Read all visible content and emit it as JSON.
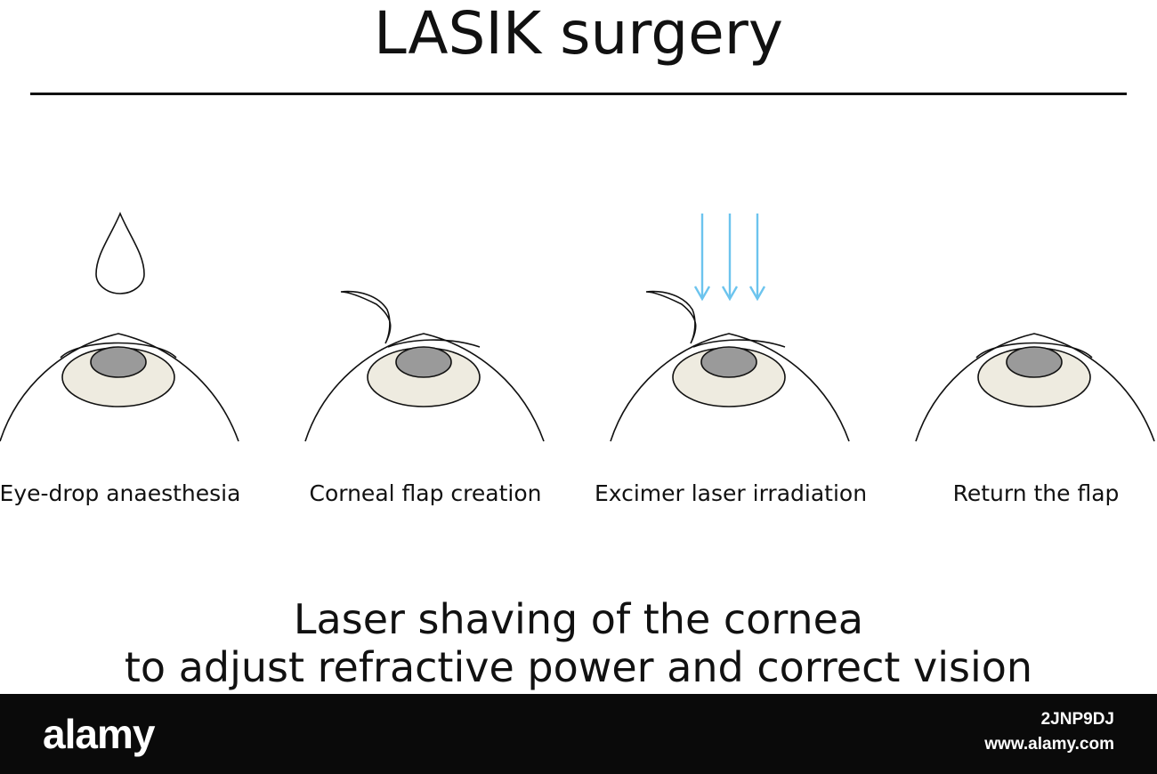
{
  "title": "LASIK surgery",
  "steps": [
    {
      "label": "Eye-drop anaesthesia",
      "icon": "eye-drop-icon"
    },
    {
      "label": "Corneal flap creation",
      "icon": "corneal-flap-icon"
    },
    {
      "label": "Excimer laser irradiation",
      "icon": "laser-arrows-icon"
    },
    {
      "label": "Return the flap",
      "icon": "closed-flap-icon"
    }
  ],
  "caption": {
    "line1": "Laser shaving of the cornea",
    "line2": "to adjust refractive power and correct vision"
  },
  "colors": {
    "iris": "#eeebe0",
    "pupil": "#9a9a9a",
    "laser": "#6cc4ee",
    "line": "#111111",
    "footer": "#0a0a0a"
  },
  "watermark": {
    "brand": "alamy",
    "image_id": "2JNP9DJ",
    "site": "www.alamy.com"
  }
}
